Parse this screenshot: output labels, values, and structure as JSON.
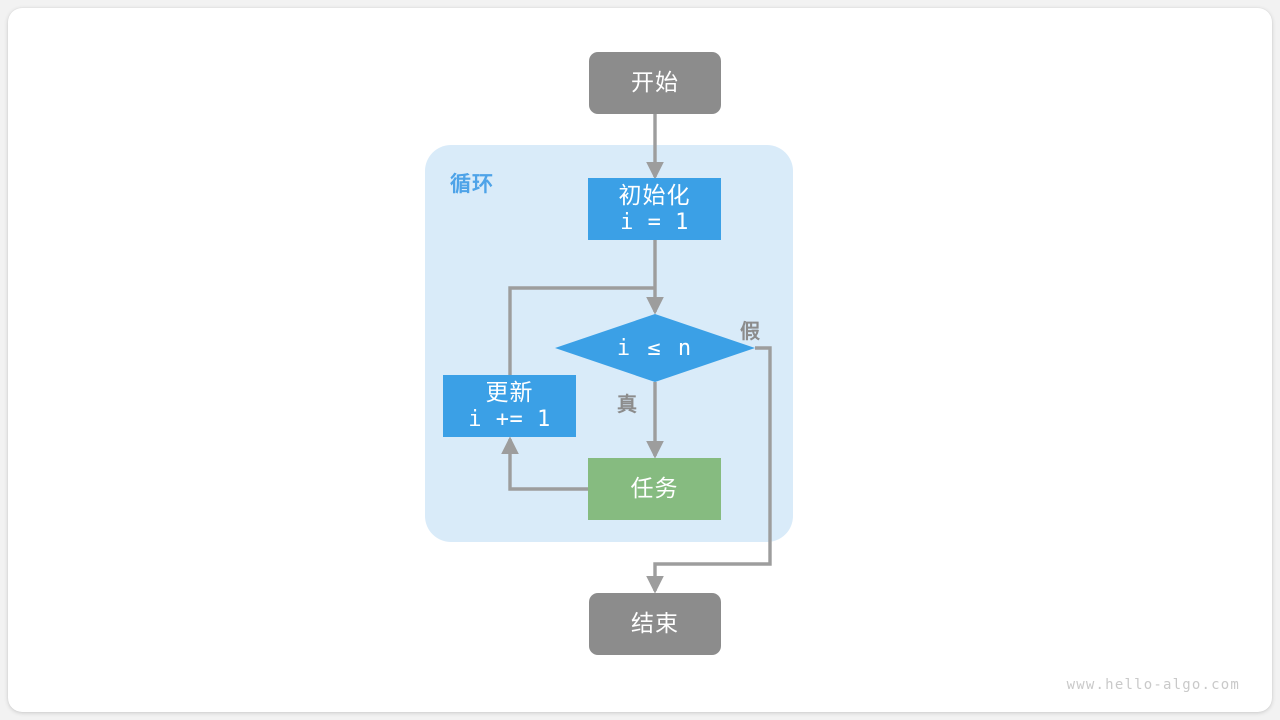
{
  "diagram": {
    "title": "loop-flowchart",
    "watermark": "www.hello-algo.com",
    "colors": {
      "terminal": "#8c8c8c",
      "process": "#3ba0e6",
      "task": "#86bb80",
      "container_bg": "#d9ebf9",
      "container_label": "#4ea3e8",
      "edge": "#9d9d9d",
      "text_on_node": "#ffffff",
      "watermark": "#c9c9c9",
      "page_bg": "#f2f2f2",
      "card_bg": "#ffffff"
    },
    "container": {
      "label": "循环"
    },
    "nodes": {
      "start": {
        "label": "开始",
        "shape": "rounded-rect"
      },
      "init": {
        "label": "初始化",
        "code": "i = 1",
        "shape": "rect"
      },
      "decision": {
        "label": "i ≤ n",
        "shape": "diamond"
      },
      "update": {
        "label": "更新",
        "code": "i += 1",
        "shape": "rect"
      },
      "task": {
        "label": "任务",
        "shape": "rect"
      },
      "end": {
        "label": "结束",
        "shape": "rounded-rect"
      }
    },
    "edge_labels": {
      "true": "真",
      "false": "假"
    }
  }
}
